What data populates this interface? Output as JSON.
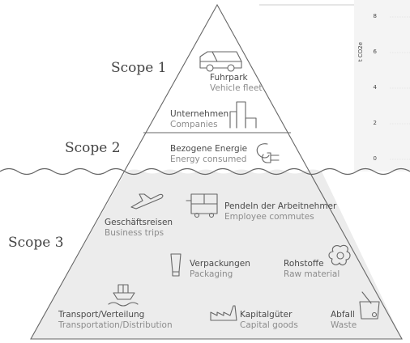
{
  "scopes": {
    "scope1": "Scope 1",
    "scope2": "Scope 2",
    "scope3": "Scope 3"
  },
  "items": {
    "fleet": {
      "de": "Fuhrpark",
      "en": "Vehicle fleet",
      "icon": "vehicle-icon"
    },
    "companies": {
      "de": "Unternehmen",
      "en": "Companies",
      "icon": "buildings-icon"
    },
    "energy": {
      "de": "Bezogene Energie",
      "en": "Energy consumed",
      "icon": "plug-icon"
    },
    "business_trips": {
      "de": "Geschäftsreisen",
      "en": "Business trips",
      "icon": "airplane-icon"
    },
    "commutes": {
      "de": "Pendeln der Arbeitnehmer",
      "en": "Employee commutes",
      "icon": "bus-icon"
    },
    "packaging": {
      "de": "Verpackungen",
      "en": "Packaging",
      "icon": "tube-icon"
    },
    "raw_material": {
      "de": "Rohstoffe",
      "en": "Raw material",
      "icon": "flower-icon"
    },
    "transport": {
      "de": "Transport/Verteilung",
      "en": "Transportation/Distribution",
      "icon": "ship-icon"
    },
    "capital_goods": {
      "de": "Kapitalgüter",
      "en": "Capital goods",
      "icon": "factory-icon"
    },
    "waste": {
      "de": "Abfall",
      "en": "Waste",
      "icon": "waste-bin-icon"
    }
  },
  "side_chart": {
    "ylabel": "t CO2e",
    "ticks": [
      "8",
      "6",
      "4",
      "2",
      "0"
    ]
  },
  "colors": {
    "line": "#666666",
    "fill_below_water": "#ececec",
    "chart_panel": "#f4f4f4"
  }
}
